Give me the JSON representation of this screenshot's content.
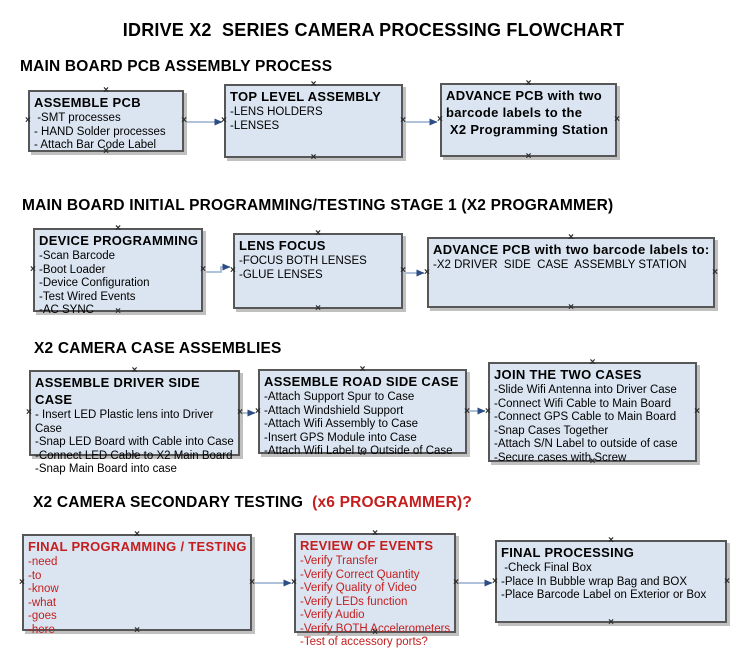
{
  "title": "IDRIVE X2  SERIES CAMERA PROCESSING FLOWCHART",
  "glyphs": {
    "anchor": "×"
  },
  "colors": {
    "box_fill": "#dbe5f1",
    "box_border": "#575757",
    "connector_line": "#a4b9d6",
    "arrowhead": "#2e4d82",
    "red_text": "#c41e1e"
  },
  "sections": {
    "pcb_assembly": {
      "header": "MAIN BOARD PCB ASSEMBLY PROCESS"
    },
    "initial_programming": {
      "header": "MAIN BOARD INITIAL PROGRAMMING/TESTING STAGE 1 (X2 PROGRAMMER)"
    },
    "case_assemblies": {
      "header": "X2 CAMERA CASE ASSEMBLIES"
    },
    "secondary_testing": {
      "header_black": "X2 CAMERA SECONDARY TESTING  ",
      "header_red": "(x6 PROGRAMMER)?"
    }
  },
  "boxes": {
    "assemble_pcb": {
      "title": "ASSEMBLE PCB",
      "lines": [
        " -SMT processes",
        "- HAND Solder processes",
        "- Attach Bar Code Label"
      ]
    },
    "top_level_assembly": {
      "title": "TOP LEVEL ASSEMBLY",
      "lines": [
        "-LENS HOLDERS",
        "-LENSES"
      ]
    },
    "advance_to_programming_station": {
      "title": [
        "ADVANCE PCB with two",
        "barcode labels to the",
        " X2 Programming Station"
      ],
      "lines": []
    },
    "device_programming": {
      "title": "DEVICE PROGRAMMING",
      "lines": [
        "-Scan Barcode",
        "-Boot Loader",
        "-Device Configuration",
        "-Test Wired Events",
        "-AC SYNC"
      ]
    },
    "lens_focus": {
      "title": "LENS FOCUS",
      "lines": [
        "-FOCUS BOTH LENSES",
        "-GLUE LENSES"
      ]
    },
    "advance_to_driver_station": {
      "title": "ADVANCE PCB with two barcode labels to:",
      "lines": [
        "-X2 DRIVER  SIDE  CASE  ASSEMBLY STATION"
      ]
    },
    "assemble_driver_side_case": {
      "title": "ASSEMBLE DRIVER SIDE CASE",
      "lines": [
        "- Insert LED Plastic lens into Driver Case",
        "-Snap LED Board with Cable into Case",
        "-Connect LED Cable to X2 Main Board",
        "-Snap Main Board into case"
      ]
    },
    "assemble_road_side_case": {
      "title": "ASSEMBLE ROAD SIDE CASE",
      "lines": [
        "-Attach Support Spur to Case",
        "-Attach Windshield Support",
        "-Attach Wifi Assembly to Case",
        "-Insert GPS Module into Case",
        "-Attach Wifi Label to Outside of Case"
      ]
    },
    "join_the_two_cases": {
      "title": "JOIN THE TWO CASES",
      "lines": [
        "-Slide Wifi Antenna into Driver Case",
        "-Connect Wifi Cable to Main Board",
        "-Connect GPS Cable to Main Board",
        "-Snap Cases Together",
        "-Attach S/N Label to outside of case",
        "-Secure cases with Screw"
      ]
    },
    "final_programming_testing": {
      "title": "FINAL PROGRAMMING / TESTING",
      "lines": [
        "-need",
        "-to",
        "-know",
        "-what",
        "-goes",
        "-here"
      ]
    },
    "review_of_events": {
      "title": "REVIEW OF EVENTS",
      "lines": [
        "-Verify Transfer",
        "-Verify Correct Quantity",
        "-Verify Quality of Video",
        "-Verify LEDs function",
        "-Verify Audio",
        "-Verify BOTH Accelerometers",
        "-Test of accessory ports?"
      ]
    },
    "final_processing": {
      "title": "FINAL PROCESSING",
      "lines": [
        " -Check Final Box",
        "-Place In Bubble wrap Bag and BOX",
        "-Place Barcode Label on Exterior or Box"
      ]
    }
  }
}
